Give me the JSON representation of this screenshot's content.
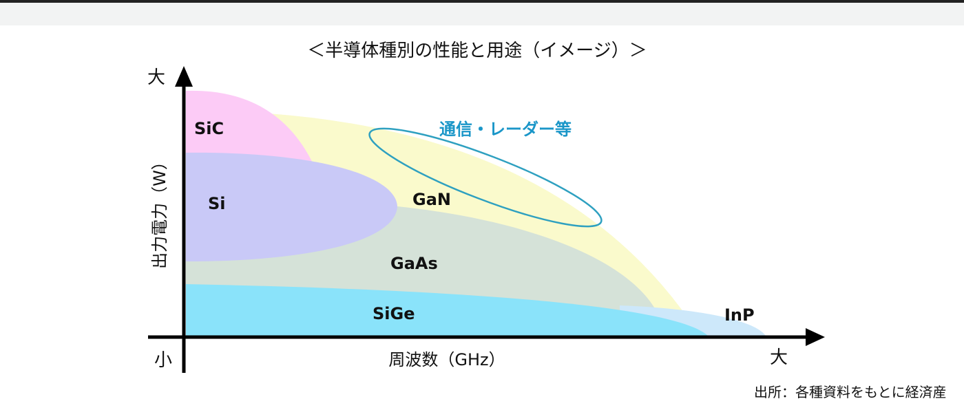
{
  "title": "＜半導体種別の性能と用途（イメージ）＞",
  "y_axis": {
    "label": "出力電力（W）",
    "high": "大"
  },
  "x_axis": {
    "label": "周波数（GHz）",
    "low": "小",
    "high": "大"
  },
  "regions": [
    {
      "name": "SiC",
      "color": "#fccbf6"
    },
    {
      "name": "GaN",
      "color": "#fafacc"
    },
    {
      "name": "Si",
      "color": "#c9c9f7"
    },
    {
      "name": "GaAs",
      "color": "#d5e2d8"
    },
    {
      "name": "SiGe",
      "color": "#8ae3fa"
    },
    {
      "name": "InP",
      "color": "#cde8fa"
    }
  ],
  "highlight": {
    "label": "通信・レーダー等",
    "color": "#1a96c8"
  },
  "source": "出所：各種資料をもとに経済産"
}
